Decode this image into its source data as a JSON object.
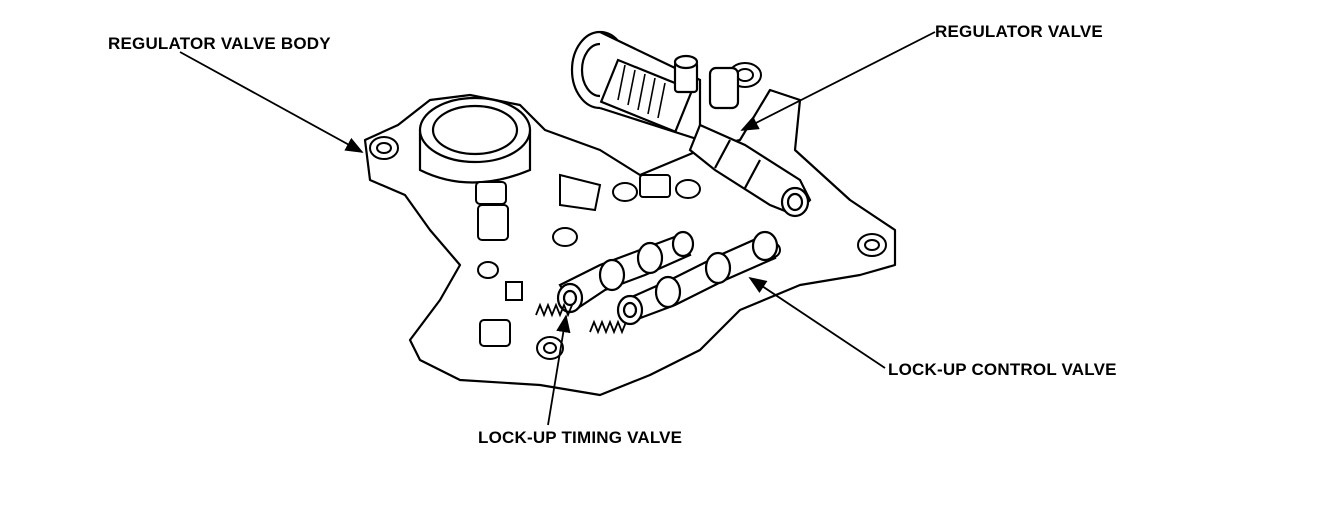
{
  "labels": {
    "regulator_valve_body": "REGULATOR VALVE BODY",
    "regulator_valve": "REGULATOR VALVE",
    "lock_up_control_valve": "LOCK-UP CONTROL VALVE",
    "lock_up_timing_valve": "LOCK-UP TIMING VALVE"
  },
  "colors": {
    "line": "#000000",
    "background": "#ffffff",
    "shading": "#d8d8d8"
  }
}
